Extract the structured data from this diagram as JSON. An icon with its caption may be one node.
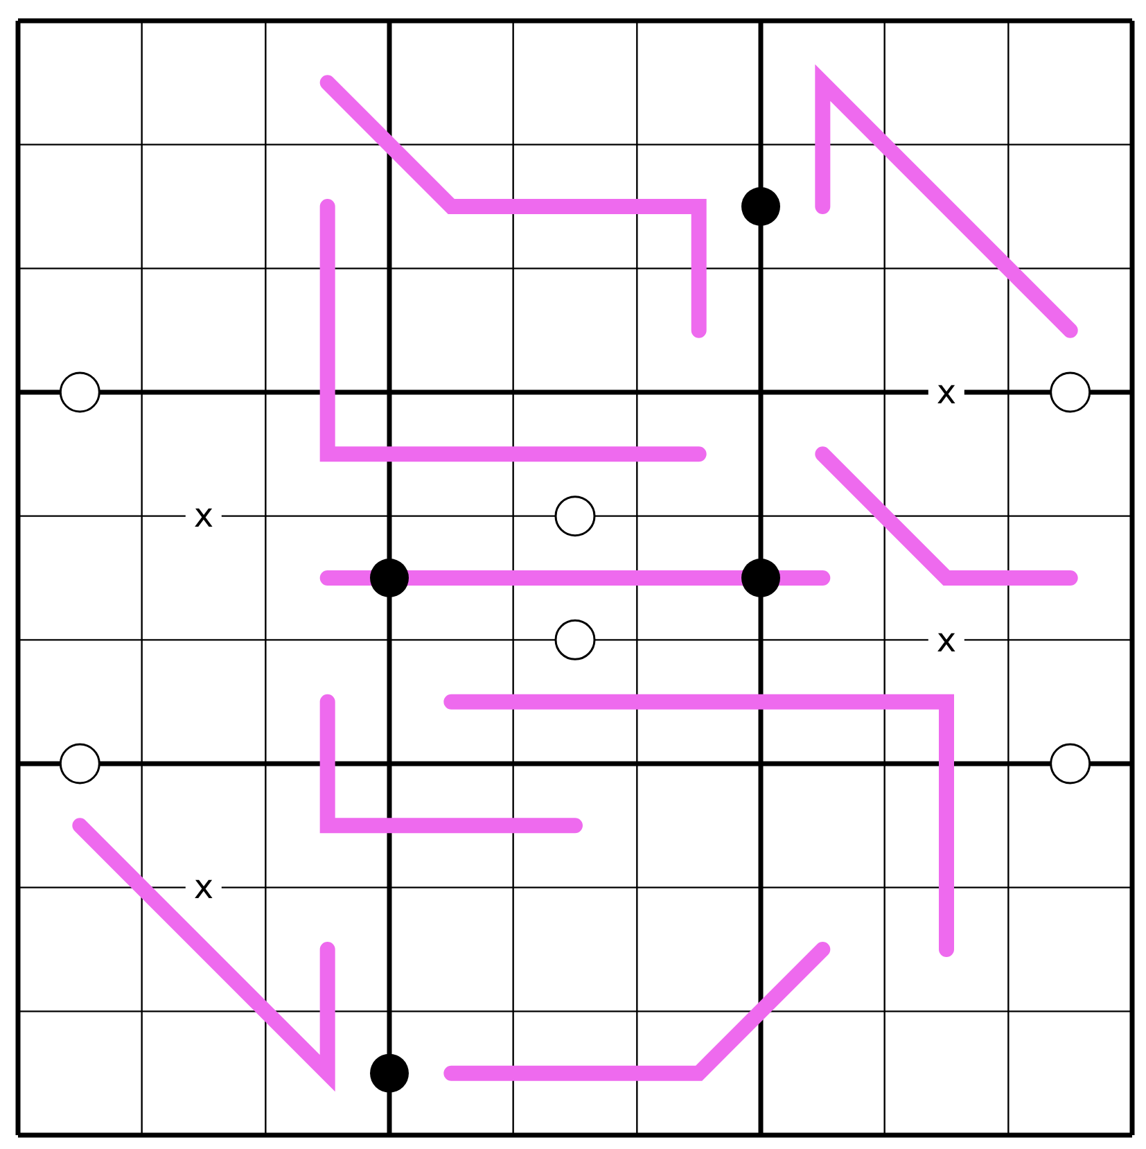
{
  "diagram": {
    "labels": [
      "x",
      "x",
      "x",
      "x"
    ]
  }
}
